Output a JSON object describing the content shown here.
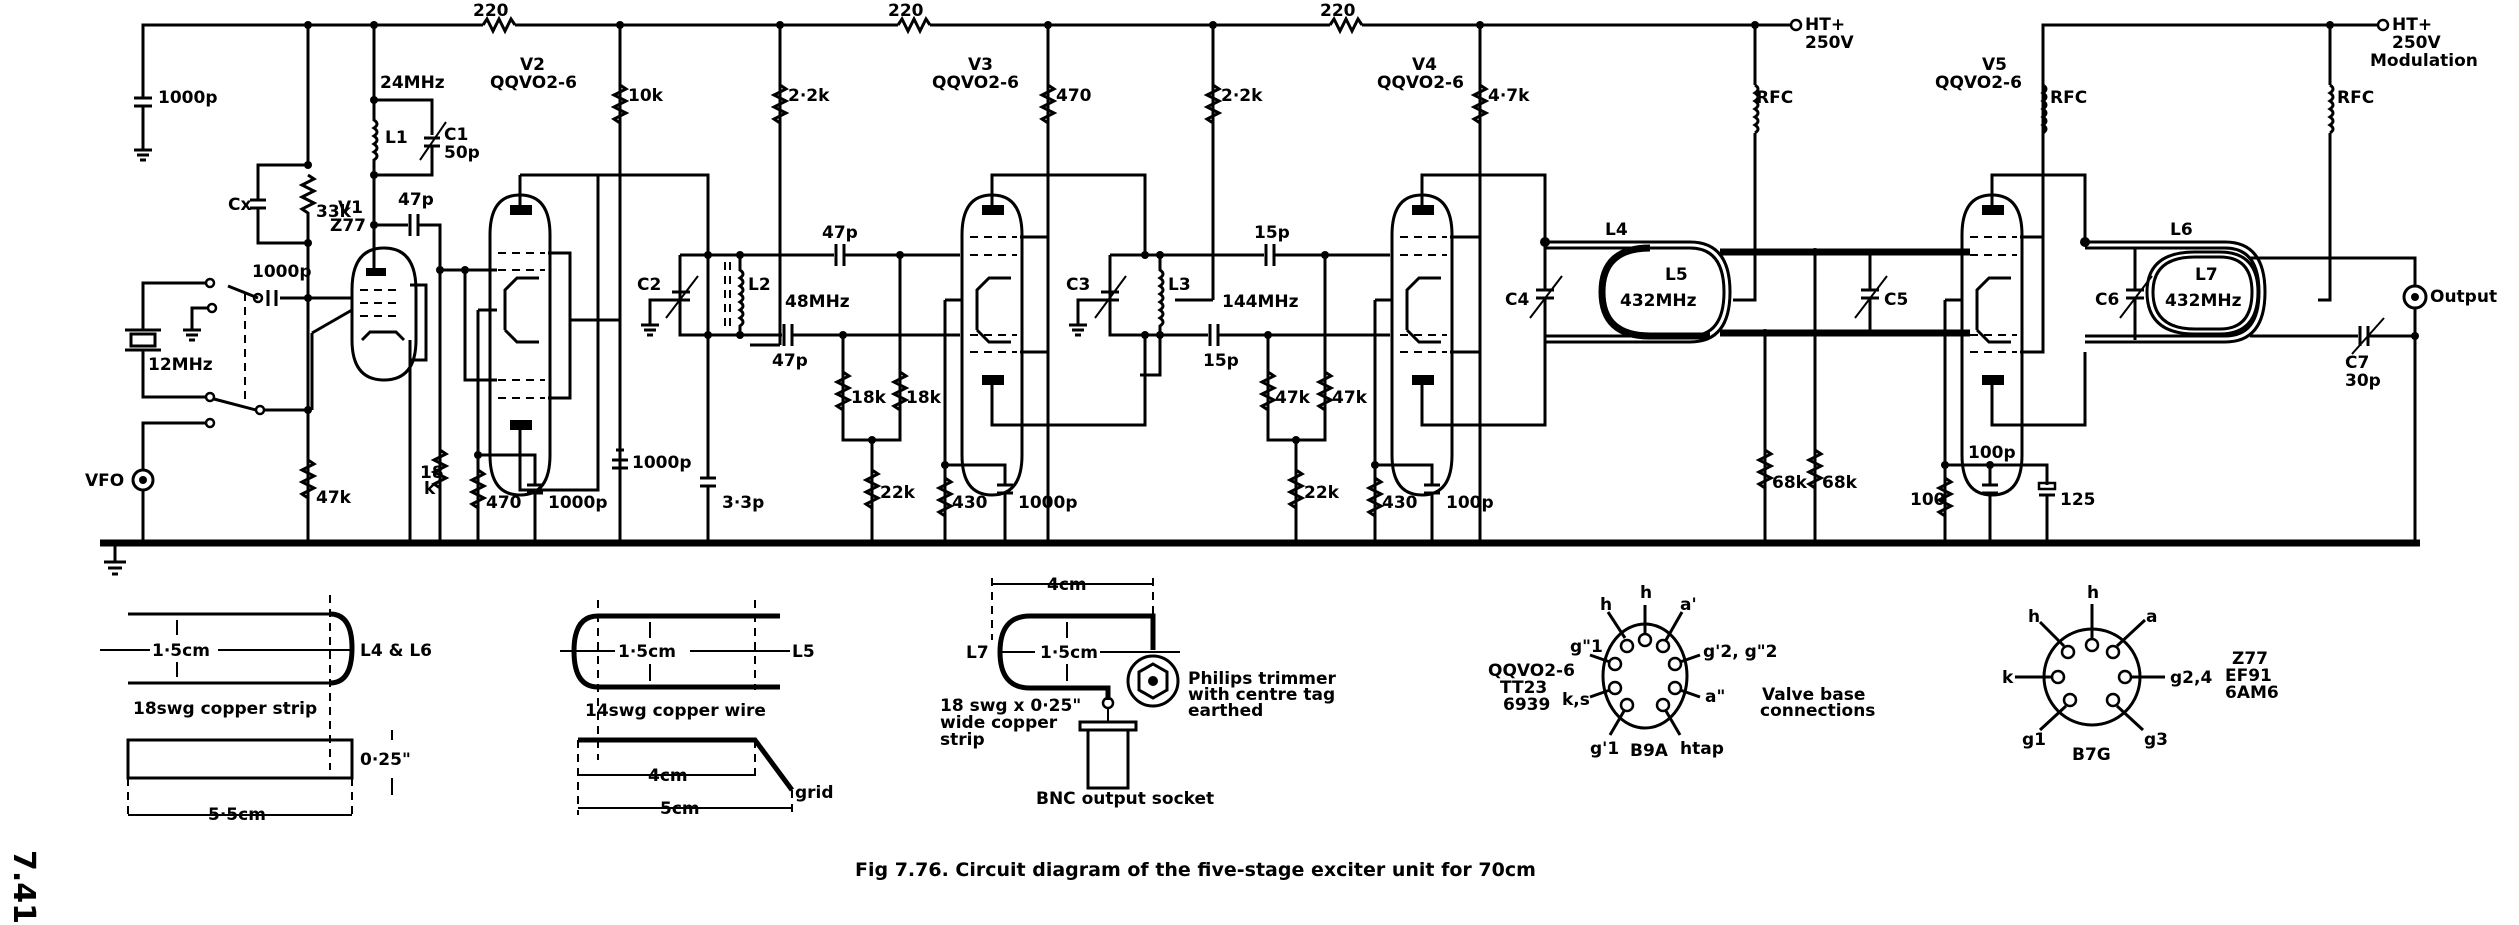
{
  "figure": {
    "caption": "Fig 7.76. Circuit diagram of the five-stage exciter unit for 70cm",
    "page_number": "7.41"
  },
  "supply": {
    "ht_main": "HT+",
    "ht_main_voltage": "250V",
    "ht_mod": "HT+",
    "ht_mod_voltage": "250V",
    "ht_mod_note": "Modulation"
  },
  "rail_resistors": [
    "220",
    "220",
    "220"
  ],
  "stage1": {
    "valve_ref": "V1",
    "valve_type": "Z77",
    "c_decouple": "1000p",
    "cx": "Cx",
    "r_screen": "33k",
    "tank_freq": "24MHz",
    "l1": "L1",
    "c1": "C1",
    "c1_val": "50p",
    "c_couple_in": "1000p",
    "c_couple_out": "47p",
    "crystal_freq": "12MHz",
    "vfo": "VFO",
    "r_grid": "47k",
    "r_cathode_a": "18",
    "r_cathode_b": "k"
  },
  "stage2": {
    "valve_ref": "V2",
    "valve_type": "QQVO2-6",
    "r_feed": "10k",
    "r_anode": "2·2k",
    "c2": "C2",
    "l2": "L2",
    "freq": "48MHz",
    "c_decouple": "1000p",
    "r_cathode": "470",
    "c_cathode": "1000p",
    "c_balance": "3·3p"
  },
  "stage3": {
    "valve_ref": "V3",
    "valve_type": "QQVO2-6",
    "r_screen": "470",
    "r_anode": "2·2k",
    "c_grid_top": "47p",
    "c_grid_bot": "47p",
    "r_grid_a": "18k",
    "r_grid_b": "18k",
    "r_grid_common": "22k",
    "r_cathode": "430",
    "c_cathode": "1000p",
    "c3": "C3",
    "l3": "L3",
    "freq": "144MHz"
  },
  "stage4": {
    "valve_ref": "V4",
    "valve_type": "QQVO2-6",
    "r_screen": "4·7k",
    "c_grid_top": "15p",
    "c_grid_bot": "15p",
    "r_grid_a": "47k",
    "r_grid_b": "47k",
    "r_grid_common": "22k",
    "r_cathode": "430",
    "c_cathode": "100p",
    "c4": "C4",
    "l4": "L4",
    "l5": "L5",
    "freq": "432MHz",
    "rfc": "RFC",
    "r_bias_a": "68k",
    "r_bias_b": "68k"
  },
  "stage5": {
    "valve_ref": "V5",
    "valve_type": "QQVO2-6",
    "c5": "C5",
    "c6": "C6",
    "l6": "L6",
    "l7": "L7",
    "freq": "432MHz",
    "rfc_screen": "RFC",
    "rfc_anode": "RFC",
    "c7": "C7",
    "c7_val": "30p",
    "r_cathode": "100",
    "c_cathode": "100p",
    "c_electrolytic": "125",
    "output": "Output"
  },
  "details": {
    "l4_l6": {
      "label": "L4 & L6",
      "spacing": "1·5cm",
      "material": "18swg copper strip",
      "width": "0·25\"",
      "length": "5·5cm"
    },
    "l5": {
      "label": "L5",
      "spacing": "1·5cm",
      "material": "14swg copper wire",
      "length_straight": "4cm",
      "length_total": "5cm",
      "end_label": "grid"
    },
    "l7": {
      "label": "L7",
      "spacing": "1·5cm",
      "length": "4cm",
      "material_line1": "18 swg x 0·25\"",
      "material_line2": "wide copper",
      "material_line3": "strip",
      "trimmer_line1": "Philips trimmer",
      "trimmer_line2": "with centre tag",
      "trimmer_line3": "earthed",
      "socket": "BNC output socket"
    }
  },
  "valve_bases": {
    "title_line1": "Valve base",
    "title_line2": "connections",
    "b9a": {
      "base": "B9A",
      "types": [
        "QQVO2-6",
        "TT23",
        "6939"
      ],
      "pins": {
        "top": "h",
        "top_left": "h",
        "top_right": "a'",
        "upper_left": "g\"1",
        "upper_right": "g'2, g\"2",
        "left": "k,s",
        "right": "a\"",
        "bottom_left": "g'1",
        "bottom_right": "htap"
      }
    },
    "b7g": {
      "base": "B7G",
      "types": [
        "Z77",
        "EF91",
        "6AM6"
      ],
      "pins": {
        "top": "h",
        "top_left": "h",
        "top_right": "a",
        "left": "k",
        "right": "g2,4",
        "bottom_left": "g1",
        "bottom_right": "g3"
      }
    }
  }
}
